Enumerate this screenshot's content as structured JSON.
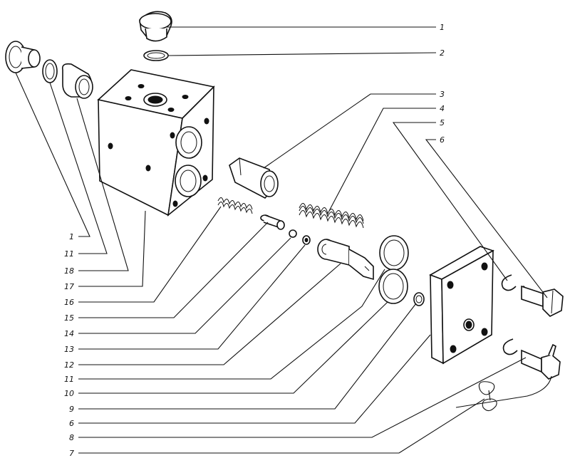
{
  "labels_right": [
    "1",
    "2",
    "3",
    "4",
    "5",
    "6"
  ],
  "labels_bottom": [
    "1",
    "11",
    "18",
    "17",
    "16",
    "15",
    "14",
    "13",
    "12",
    "11",
    "10",
    "9",
    "6",
    "8",
    "7"
  ]
}
